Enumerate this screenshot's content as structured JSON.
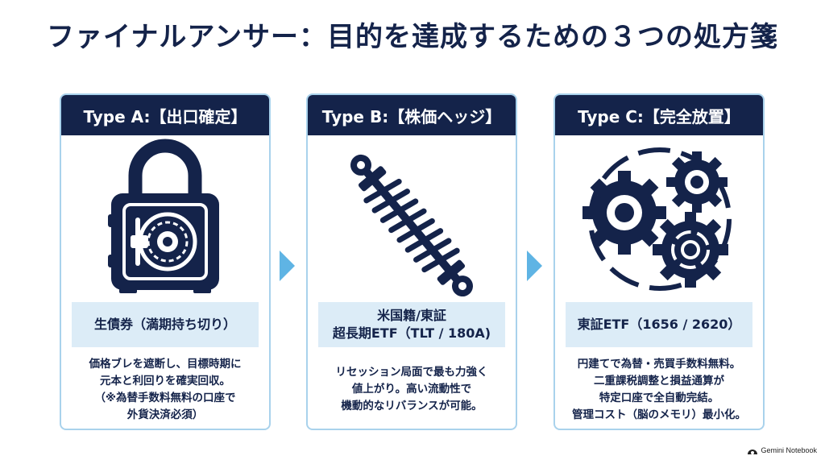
{
  "title": "ファイナルアンサー：目的を達成するための３つの処方箋",
  "cards": [
    {
      "header": "Type A:【出口確定】",
      "icon": "vault-lock-icon",
      "label_lines": [
        "生債券（満期持ち切り）"
      ],
      "description_lines": [
        "価格ブレを遮断し、目標時期に",
        "元本と利回りを確実回収。",
        "（※為替手数料無料の口座で",
        "外貨決済必須）"
      ]
    },
    {
      "header": "Type B:【株価ヘッジ】",
      "icon": "shock-absorber-icon",
      "label_lines": [
        "米国籍/東証",
        "超長期ETF（TLT / 180A)"
      ],
      "description_lines": [
        "リセッション局面で最も力強く",
        "値上がり。高い流動性で",
        "機動的なリバランスが可能。"
      ]
    },
    {
      "header": "Type C:【完全放置】",
      "icon": "gears-icon",
      "label_lines": [
        "東証ETF（1656 / 2620）"
      ],
      "description_lines": [
        "円建てで為替・売買手数料無料。",
        "二重課税調整と損益通算が",
        "特定口座で全自動完結。",
        "管理コスト（脳のメモリ）最小化。"
      ]
    }
  ],
  "branding": {
    "text": "Gemini Notebook",
    "icon": "notebook-logo-icon"
  },
  "colors": {
    "navy": "#14234a",
    "card_border": "#a9d2ec",
    "label_bg": "#dcecf7",
    "arrow": "#5fb4e4"
  }
}
